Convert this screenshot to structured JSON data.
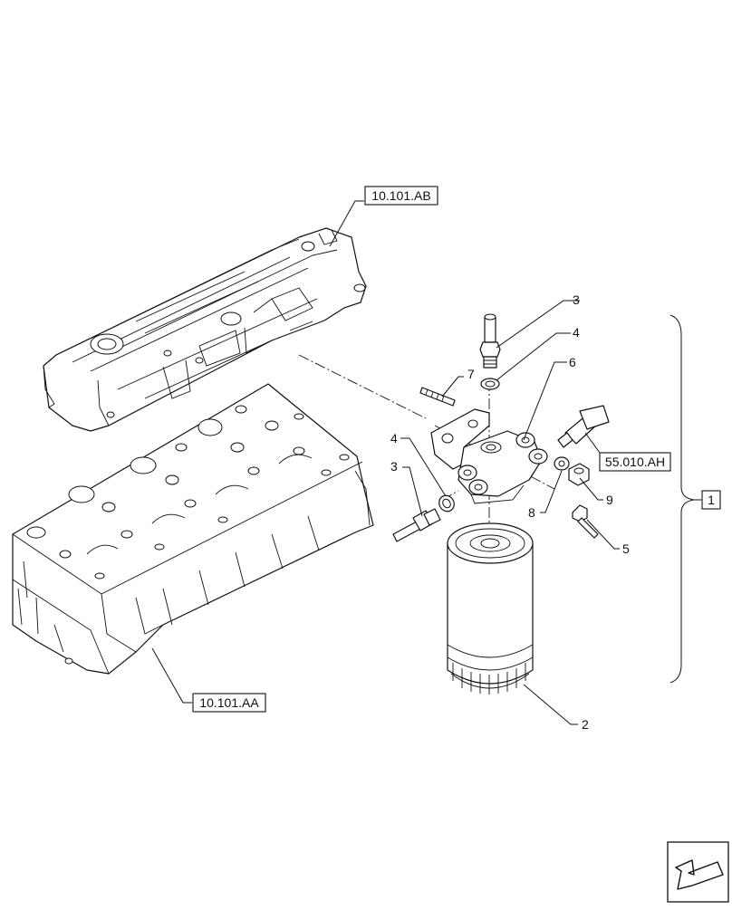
{
  "references": {
    "valve_cover": "10.101.AB",
    "cylinder_head": "10.101.AA",
    "temperature_sensor": "55.010.AH",
    "assembly": "1"
  },
  "callouts": {
    "c3_top": "3",
    "c4_top": "4",
    "c6": "6",
    "c7": "7",
    "c4_left": "4",
    "c3_left": "3",
    "c8": "8",
    "c9": "9",
    "c5": "5",
    "c2": "2"
  },
  "nav": {
    "icon": "previous-arrow-icon"
  }
}
